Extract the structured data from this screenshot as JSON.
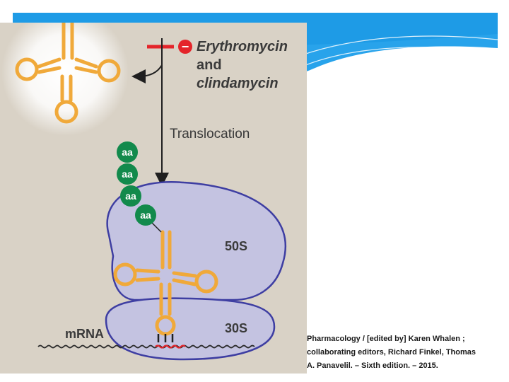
{
  "figure": {
    "drug_line1": "Erythromycin",
    "drug_line2": "and",
    "drug_line3": "clindamycin",
    "inhibit_symbol": "−",
    "step_label": "Translocation",
    "amino_acid_label": "aa",
    "large_subunit_label": "50S",
    "small_subunit_label": "30S",
    "mrna_label": "mRNA"
  },
  "citation": {
    "line1": "Pharmacology / [edited by] Karen Whalen ;",
    "line2": "collaborating editors, Richard Finkel, Thomas",
    "line3": "A. Panavelil. – Sixth edition. – 2015."
  },
  "colors": {
    "header_blue": "#1e9be6",
    "panel_bg": "#d9d2c6",
    "ribosome_fill": "#c4c3e1",
    "ribosome_stroke": "#3e3ea2",
    "trna_orange": "#f0a93a",
    "inhibit_red": "#e4242a",
    "aa_green": "#128a4c"
  },
  "icons": [
    "trna-icon",
    "inhibitor-bar-icon",
    "minus-circle-icon",
    "arrow-icon"
  ]
}
